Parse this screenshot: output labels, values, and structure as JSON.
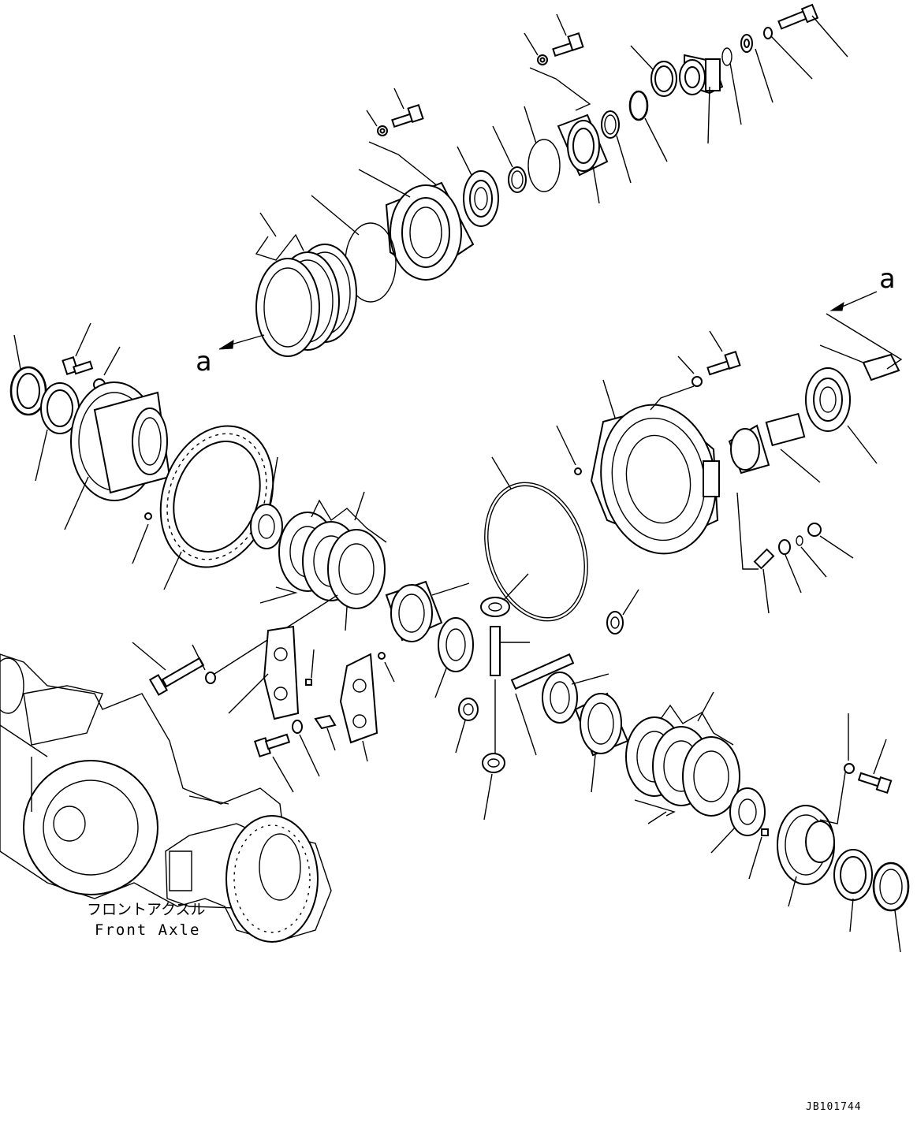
{
  "diagram": {
    "ref_label_upper": "a",
    "ref_label_lower": "a",
    "axle_label_jp": "フロントアクスル",
    "axle_label_en": "Front Axle",
    "drawing_code": "JB101744"
  },
  "colors": {
    "line": "#000000",
    "background": "#ffffff"
  }
}
